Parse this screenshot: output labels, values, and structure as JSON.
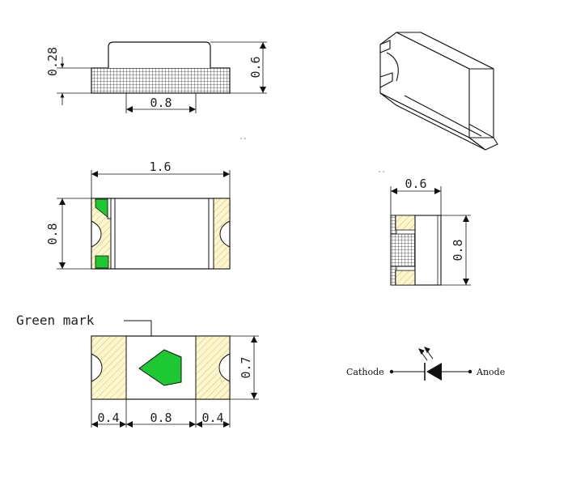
{
  "dimensions": {
    "side_height": "0.28",
    "side_total_height": "0.6",
    "side_pad_width": "0.8",
    "top_length": "1.6",
    "top_width": "0.8",
    "end_width": "0.6",
    "end_height": "0.8",
    "bottom_height": "0.7",
    "bottom_pad_left": "0.4",
    "bottom_gap": "0.8",
    "bottom_pad_right": "0.4"
  },
  "labels": {
    "green_mark": "Green mark",
    "cathode": "Cathode",
    "anode": "Anode"
  },
  "colors": {
    "green": "#1ec832",
    "pad": "#fff7cc",
    "line": "#111111"
  }
}
